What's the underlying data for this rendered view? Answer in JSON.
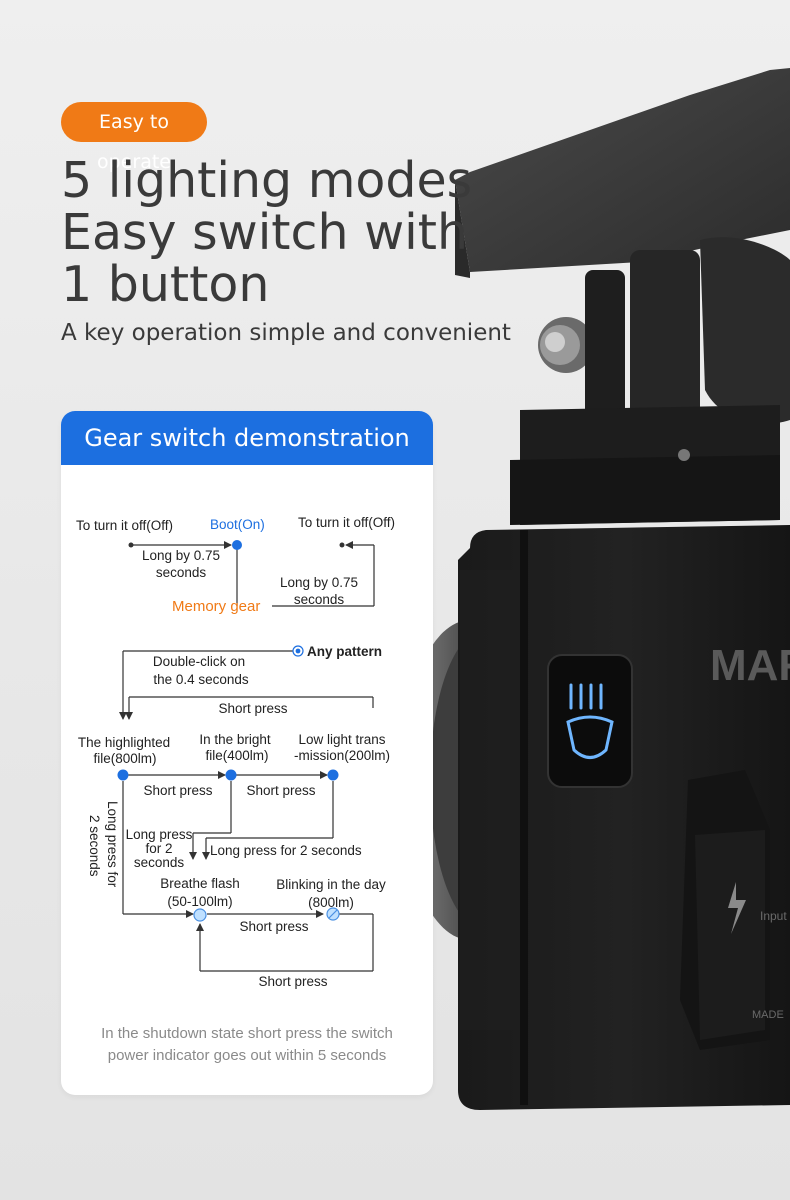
{
  "badge": "Easy to operate",
  "headline": [
    "5 lighting modes",
    "Easy switch with",
    "1 button"
  ],
  "subtitle": "A key operation simple and convenient",
  "device": {
    "brand": "MAR",
    "port_label": "Input",
    "made_label": "MADE"
  },
  "card": {
    "title": "Gear switch demonstration",
    "labels": {
      "off_left": "To turn it off(Off)",
      "boot": "Boot(On)",
      "off_right": "To turn it off(Off)",
      "long075_a1": "Long by 0.75",
      "long075_a2": "seconds",
      "long075_b1": "Long by 0.75",
      "long075_b2": "seconds",
      "memory_gear": "Memory gear",
      "any_pattern": "Any pattern",
      "double_click1": "Double-click on",
      "double_click2": "the 0.4 seconds",
      "short_top": "Short press",
      "highlighted1": "The highlighted",
      "highlighted2": "file(800lm)",
      "bright1": "In the bright",
      "bright2": "file(400lm)",
      "low1": "Low light trans",
      "low2": "-mission(200lm)",
      "short_mid1": "Short press",
      "short_mid2": "Short press",
      "vertical_long1": "Long press for",
      "vertical_long2": "2 seconds",
      "lp2_1": "Long press",
      "lp2_2": "for 2",
      "lp2_3": "seconds",
      "long2_right": "Long press for 2 seconds",
      "breathe1": "Breathe flash",
      "breathe2": "(50-100lm)",
      "blink1": "Blinking in the day",
      "blink2": "(800lm)",
      "short_b1": "Short press",
      "short_b2": "Short press"
    },
    "footnote": [
      "In the shutdown state short press the switch",
      "power indicator goes out within 5 seconds"
    ]
  },
  "colors": {
    "accent_orange": "#f07a16",
    "accent_blue": "#1c6fe0"
  }
}
